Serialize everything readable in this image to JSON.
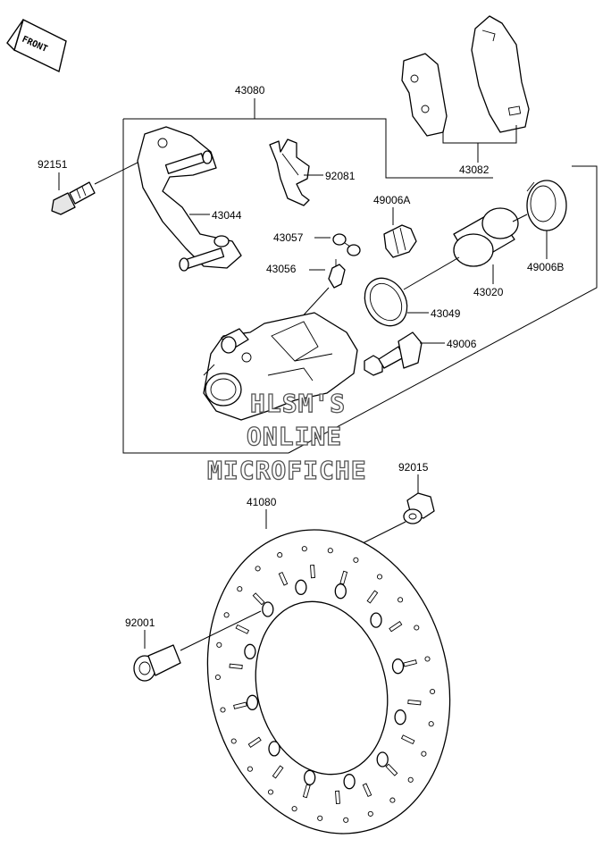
{
  "diagram": {
    "front_label": "FRONT",
    "part_numbers": {
      "p43080": "43080",
      "p43082": "43082",
      "p92151": "92151",
      "p92081": "92081",
      "p43044": "43044",
      "p49006A": "49006A",
      "p43057": "43057",
      "p43056": "43056",
      "p49006B": "49006B",
      "p43020": "43020",
      "p43049": "43049",
      "p49006": "49006",
      "p92015": "92015",
      "p41080": "41080",
      "p92001": "92001"
    },
    "watermark": {
      "line1": "HLSM'S",
      "line2": "ONLINE",
      "line3": "MICROFICHE"
    }
  }
}
